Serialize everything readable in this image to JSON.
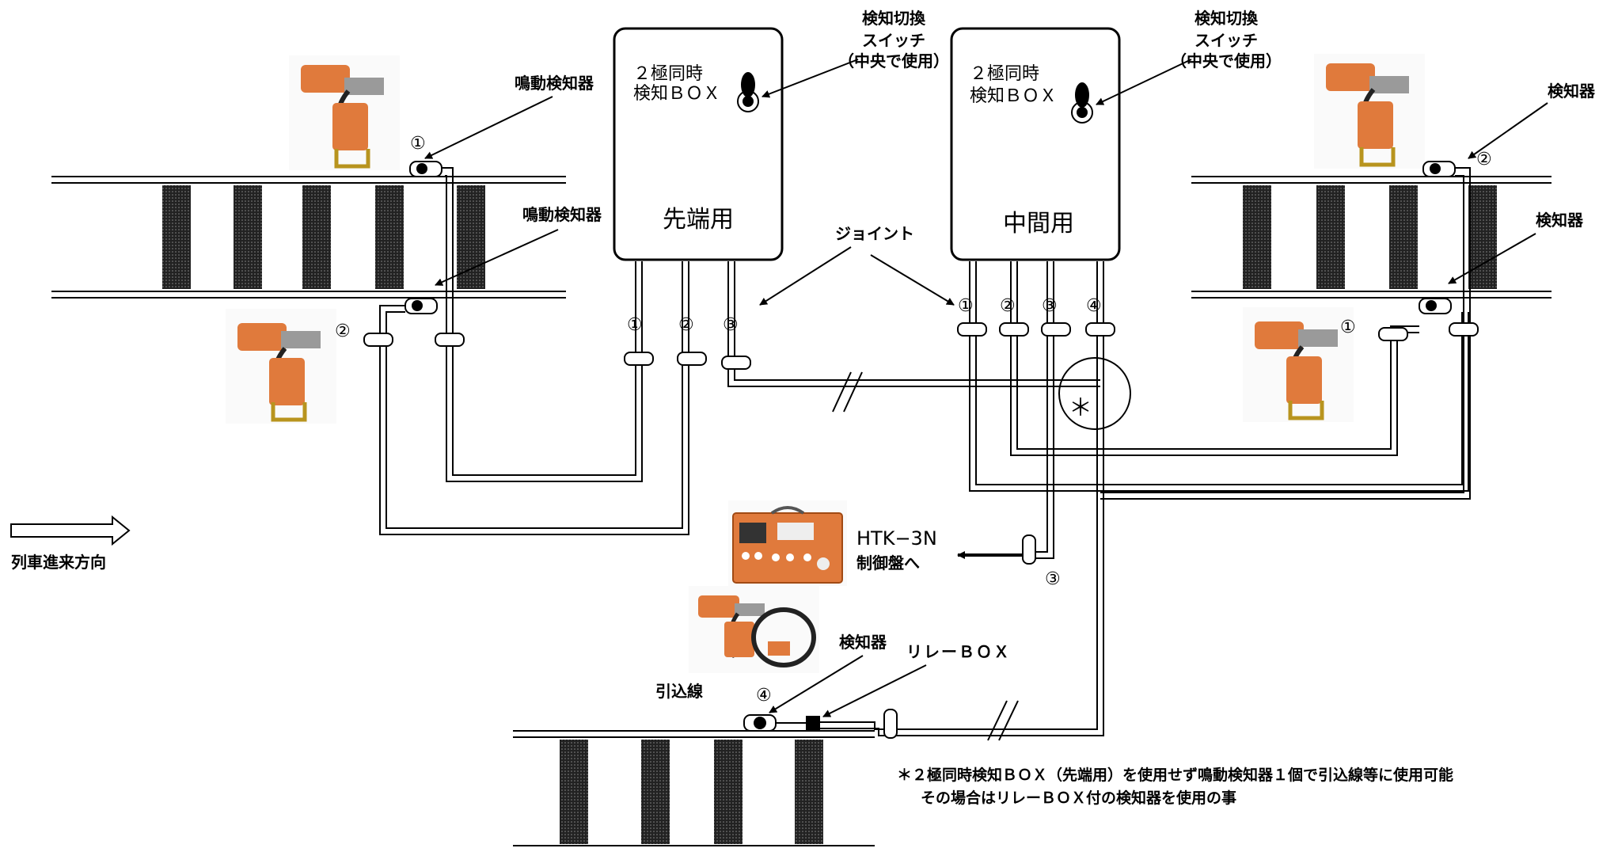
{
  "boxes": {
    "lead": {
      "title_line1": "２極同時",
      "title_line2": "検知ＢＯＸ",
      "name": "先端用"
    },
    "middle": {
      "title_line1": "２極同時",
      "title_line2": "検知ＢＯＸ",
      "name": "中間用"
    }
  },
  "switch_label": {
    "line1": "検知切換",
    "line2": "スイッチ",
    "line3": "（中央で使用）"
  },
  "labels": {
    "sound_detector": "鳴動検知器",
    "detector": "検知器",
    "joint": "ジョイント",
    "control_model": "HTK−3N",
    "control_to": "制御盤へ",
    "relay_box": "リレーＢＯＸ",
    "lead_in": "引込線",
    "direction": "列車進来方向"
  },
  "numbers": [
    "①",
    "②",
    "③",
    "④"
  ],
  "note": {
    "line1": "＊２極同時検知ＢＯＸ（先端用）を使用せず鳴動検知器１個で引込線等に使用可能",
    "line2": "その場合はリレーＢＯＸ付の検知器を使用の事"
  },
  "asterisk": "＊",
  "colors": {
    "device_orange": "#e07a3c",
    "tie_pattern": "#333333",
    "line": "#000000"
  }
}
